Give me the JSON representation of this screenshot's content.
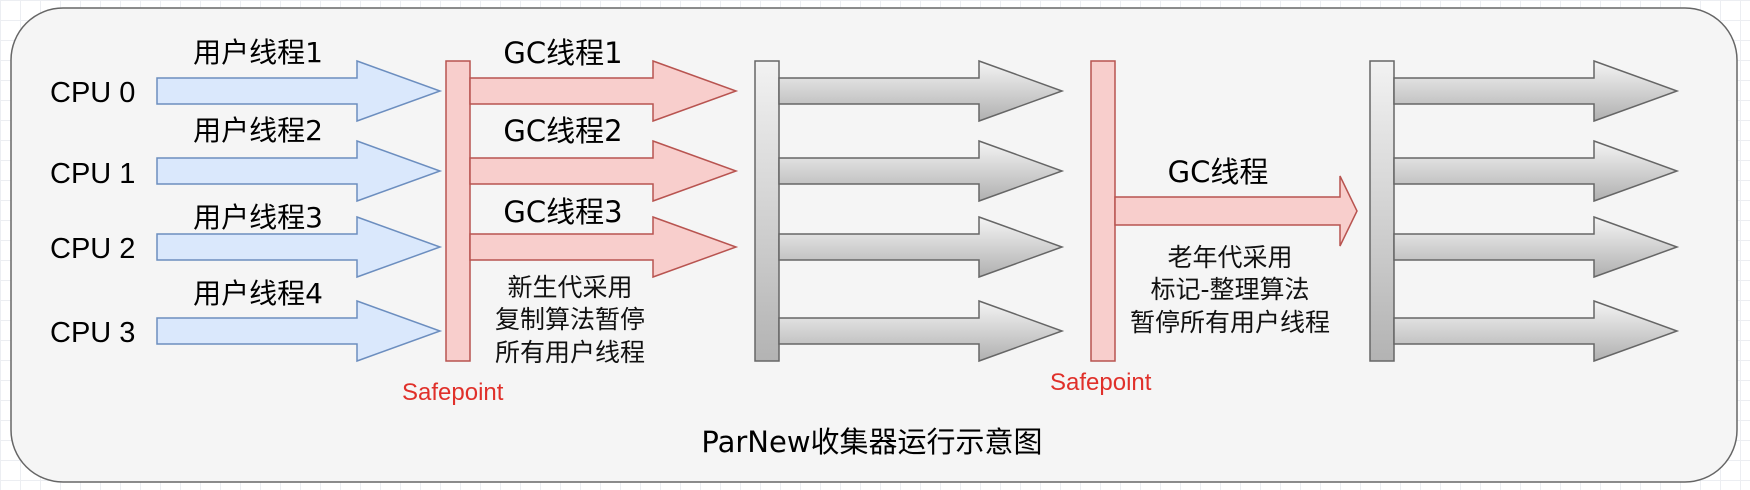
{
  "colors": {
    "user_arrow_fill": "#dae8fc",
    "user_arrow_stroke": "#6c8ebf",
    "gc_fill": "#f8cecc",
    "gc_stroke": "#b85450",
    "safepoint_text": "#e0302a",
    "panel_fill": "#f5f5f5",
    "panel_stroke": "#666666"
  },
  "cpus": [
    "CPU 0",
    "CPU 1",
    "CPU 2",
    "CPU 3"
  ],
  "user_threads": [
    "用户线程1",
    "用户线程2",
    "用户线程3",
    "用户线程4"
  ],
  "gc_threads": [
    "GC线程1",
    "GC线程2",
    "GC线程3"
  ],
  "young_note": [
    "新生代采用",
    "复制算法暂停",
    "所有用户线程"
  ],
  "old_gc_label": "GC线程",
  "old_note": [
    "老年代采用",
    "标记-整理算法",
    "暂停所有用户线程"
  ],
  "safepoint_1": "Safepoint",
  "safepoint_2": "Safepoint",
  "caption": "ParNew收集器运行示意图"
}
